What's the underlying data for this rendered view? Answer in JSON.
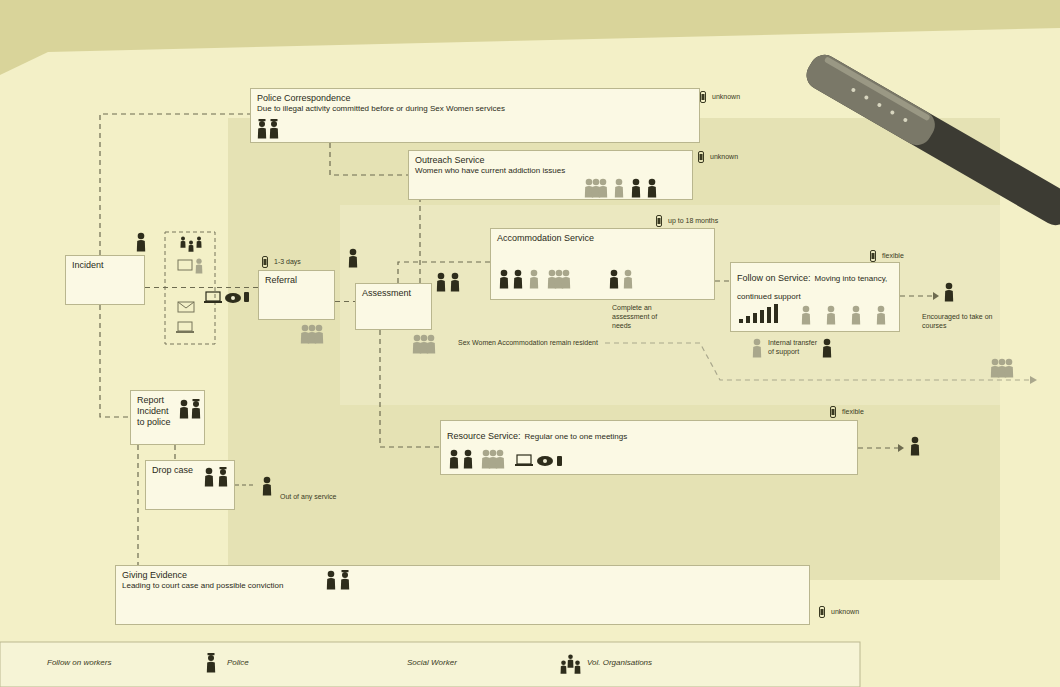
{
  "diagram": {
    "nodes": [
      {
        "text": [
          "Police Correspondence",
          "Due to illegal activity committed before or during Sex Women services"
        ]
      },
      {
        "text": [
          "Outreach Service",
          "Women who have current addiction issues"
        ]
      },
      {
        "text": [
          "Incident"
        ]
      },
      {
        "text": [
          "Referral"
        ]
      },
      {
        "text": [
          "Assessment"
        ]
      },
      {
        "text": [
          "Accommodation Service"
        ]
      },
      {
        "text": [
          "Follow on Service:",
          "Moving into tenancy, continued support"
        ]
      },
      {
        "text": [
          "Report Incident to police"
        ]
      },
      {
        "text": [
          "Drop case"
        ]
      },
      {
        "text": [
          "Resource Service:",
          "Regular one to one meetings"
        ]
      },
      {
        "text": [
          "Giving Evidence",
          "Leading to court case and possible conviction"
        ]
      }
    ],
    "edges": [
      {
        "from": 2,
        "to": 0,
        "arrow": "none"
      },
      {
        "from": 2,
        "to": 3,
        "arrow": "none"
      },
      {
        "from": 2,
        "to": 7,
        "arrow": "none"
      },
      {
        "from": 3,
        "to": 4,
        "arrow": "none"
      },
      {
        "from": 4,
        "to": 1,
        "arrow": "none"
      },
      {
        "from": 4,
        "to": 5,
        "arrow": "none"
      },
      {
        "from": 4,
        "to": 9,
        "arrow": "none"
      },
      {
        "from": 5,
        "to": 6,
        "arrow": "none"
      },
      {
        "from": 7,
        "to": 8,
        "arrow": "none"
      },
      {
        "from": 7,
        "to": 10,
        "arrow": "none"
      },
      {
        "from": 0,
        "to": 1,
        "arrow": "none"
      }
    ],
    "labels": [
      "unknown",
      "unknown",
      "up to 18 months",
      "1-3 days",
      "flexible",
      "flexible",
      "unknown",
      "Complete an assessment of needs",
      "Internal transfer of support",
      "Sex Women Accommodation remain resident",
      "Encouraged to take on courses",
      "Out of any service"
    ],
    "legend": [
      {
        "text": "Follow on workers"
      },
      {
        "text": "Police"
      },
      {
        "text": "Social Worker"
      },
      {
        "text": "Vol. Organisations"
      }
    ]
  }
}
